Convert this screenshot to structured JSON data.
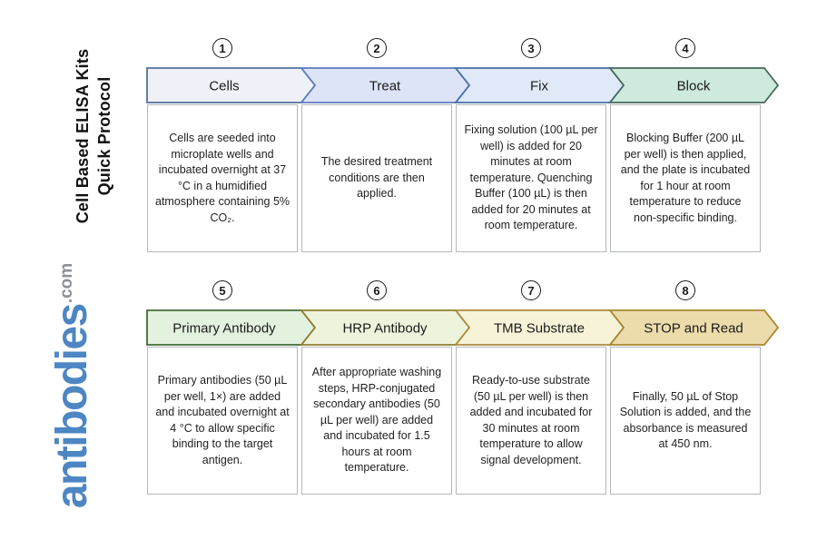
{
  "sidebar": {
    "title_line1": "Cell Based ELISA Kits",
    "title_line2": "Quick Protocol",
    "brand": "antibodies",
    "brand_tld": ".com",
    "brand_color": "#4d86c3",
    "tld_color": "#8d9196"
  },
  "rows": [
    {
      "steps": [
        {
          "number": "1",
          "label": "Cells",
          "description": "Cells are seeded into microplate wells and incubated overnight at 37 °C in a humidified atmosphere containing 5% CO₂.",
          "fill": "#eef2f8",
          "stroke": "#53719c"
        },
        {
          "number": "2",
          "label": "Treat",
          "description": "The desired treatment conditions are then applied.",
          "fill": "#dde4f7",
          "stroke": "#5c7bc0"
        },
        {
          "number": "3",
          "label": "Fix",
          "description": "Fixing solution (100 µL per well) is added for 20 minutes at room temperature. Quenching Buffer (100 µL) is then added for 20 minutes at room temperature.",
          "fill": "#dfe9f8",
          "stroke": "#4a6fa8"
        },
        {
          "number": "4",
          "label": "Block",
          "description": "Blocking Buffer (200 µL per well) is then applied, and the plate is incubated for 1 hour at room temperature to reduce non-specific binding.",
          "fill": "#cdeadd",
          "stroke": "#44685c"
        }
      ]
    },
    {
      "steps": [
        {
          "number": "5",
          "label": "Primary Antibody",
          "description": "Primary antibodies (50 µL per well, 1×) are added and incubated overnight at 4 °C to allow specific binding to the target antigen.",
          "fill": "#e3f1df",
          "stroke": "#3f6b36"
        },
        {
          "number": "6",
          "label": "HRP Antibody",
          "description": "After appropriate washing steps, HRP-conjugated secondary antibodies (50 µL per well) are added and incubated for 1.5 hours at room temperature.",
          "fill": "#eef3db",
          "stroke": "#8f7e2f"
        },
        {
          "number": "7",
          "label": "TMB Substrate",
          "description": "Ready-to-use substrate (50 µL per well) is then added and incubated for 30 minutes at room temperature to allow signal development.",
          "fill": "#f7f3d9",
          "stroke": "#ab8c3c"
        },
        {
          "number": "8",
          "label": "STOP and Read",
          "description": "Finally, 50 µL of Stop Solution is added, and the absorbance is measured at 450 nm.",
          "fill": "#ecdcab",
          "stroke": "#a8862f"
        }
      ]
    }
  ]
}
